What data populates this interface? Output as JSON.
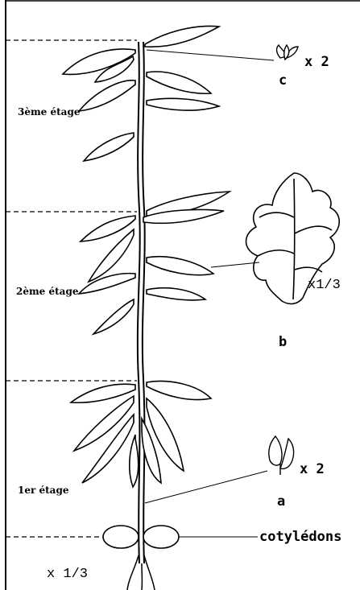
{
  "figure": {
    "stages": {
      "third": "3ème étage",
      "second": "2ème étage",
      "first": "1er étage"
    },
    "scale": "x  1/3",
    "details": {
      "c": {
        "letter": "c",
        "scale": "x 2"
      },
      "b": {
        "letter": "b",
        "scale": "x1/3"
      },
      "a": {
        "letter": "a",
        "scale": "x 2"
      }
    },
    "cotyledons": "cotylédons",
    "colors": {
      "ink": "#000000",
      "paper": "#ffffff"
    }
  }
}
